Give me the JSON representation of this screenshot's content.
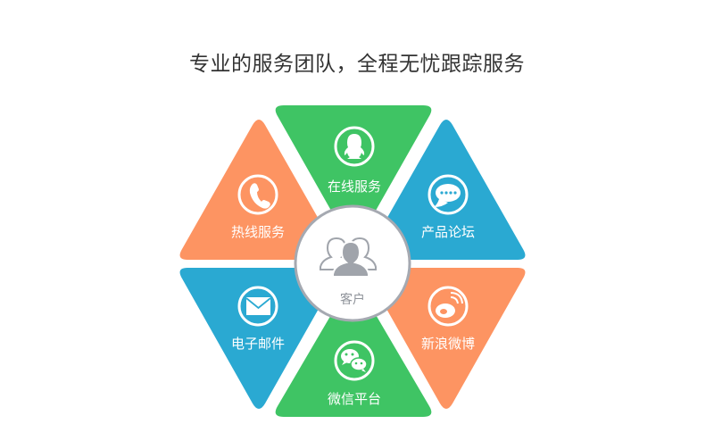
{
  "title": "专业的服务团队，全程无忧跟踪服务",
  "colors": {
    "green": "#3fc464",
    "orange": "#fd9462",
    "blue": "#2aa9d2",
    "hub_border": "#a5a9b1",
    "hub_icon": "#a0a4ab",
    "hub_text": "#8f939a"
  },
  "hub": {
    "label": "客户",
    "icon": "users-icon"
  },
  "segments": [
    {
      "id": "online",
      "label": "在线服务",
      "icon": "qq-penguin-icon",
      "color": "green",
      "position": "top"
    },
    {
      "id": "forum",
      "label": "产品论坛",
      "icon": "chat-bubble-icon",
      "color": "blue",
      "position": "top-right"
    },
    {
      "id": "weibo",
      "label": "新浪微博",
      "icon": "weibo-icon",
      "color": "orange",
      "position": "bottom-right"
    },
    {
      "id": "wechat",
      "label": "微信平台",
      "icon": "wechat-icon",
      "color": "green",
      "position": "bottom"
    },
    {
      "id": "email",
      "label": "电子邮件",
      "icon": "envelope-icon",
      "color": "blue",
      "position": "bottom-left"
    },
    {
      "id": "hotline",
      "label": "热线服务",
      "icon": "phone-icon",
      "color": "orange",
      "position": "top-left"
    }
  ]
}
